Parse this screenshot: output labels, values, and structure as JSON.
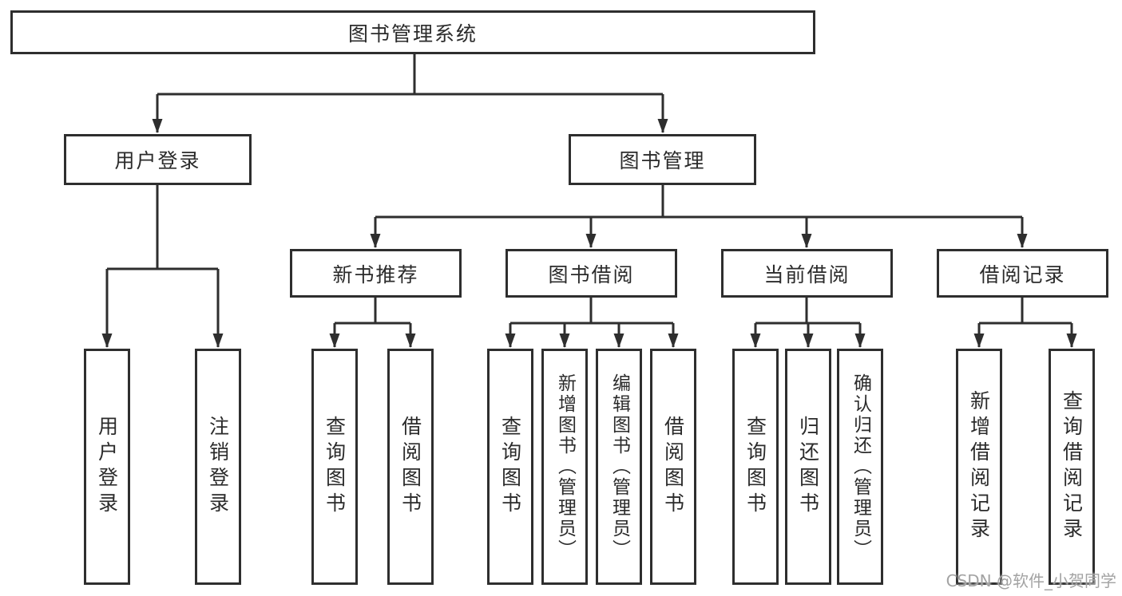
{
  "colors": {
    "line": "#2e2e2e",
    "box_border": "#2e2e2e",
    "box_background": "#ffffff",
    "text": "#2b2b2b",
    "watermark": "#a3a3a3"
  },
  "watermark": "CSDN @软件_小贺同学",
  "diagram": {
    "root": {
      "label": "图书管理系统"
    },
    "branches": [
      {
        "label": "用户登录",
        "children": [
          "用户登录",
          "注销登录"
        ]
      },
      {
        "label": "图书管理",
        "groups": [
          {
            "label": "新书推荐",
            "children": [
              "查询图书",
              "借阅图书"
            ]
          },
          {
            "label": "图书借阅",
            "children": [
              "查询图书",
              "新增图书（管理员）",
              "编辑图书（管理员）",
              "借阅图书"
            ]
          },
          {
            "label": "当前借阅",
            "children": [
              "查询图书",
              "归还图书",
              "确认归还（管理员）"
            ]
          },
          {
            "label": "借阅记录",
            "children": [
              "新增借阅记录",
              "查询借阅记录"
            ]
          }
        ]
      }
    ]
  }
}
